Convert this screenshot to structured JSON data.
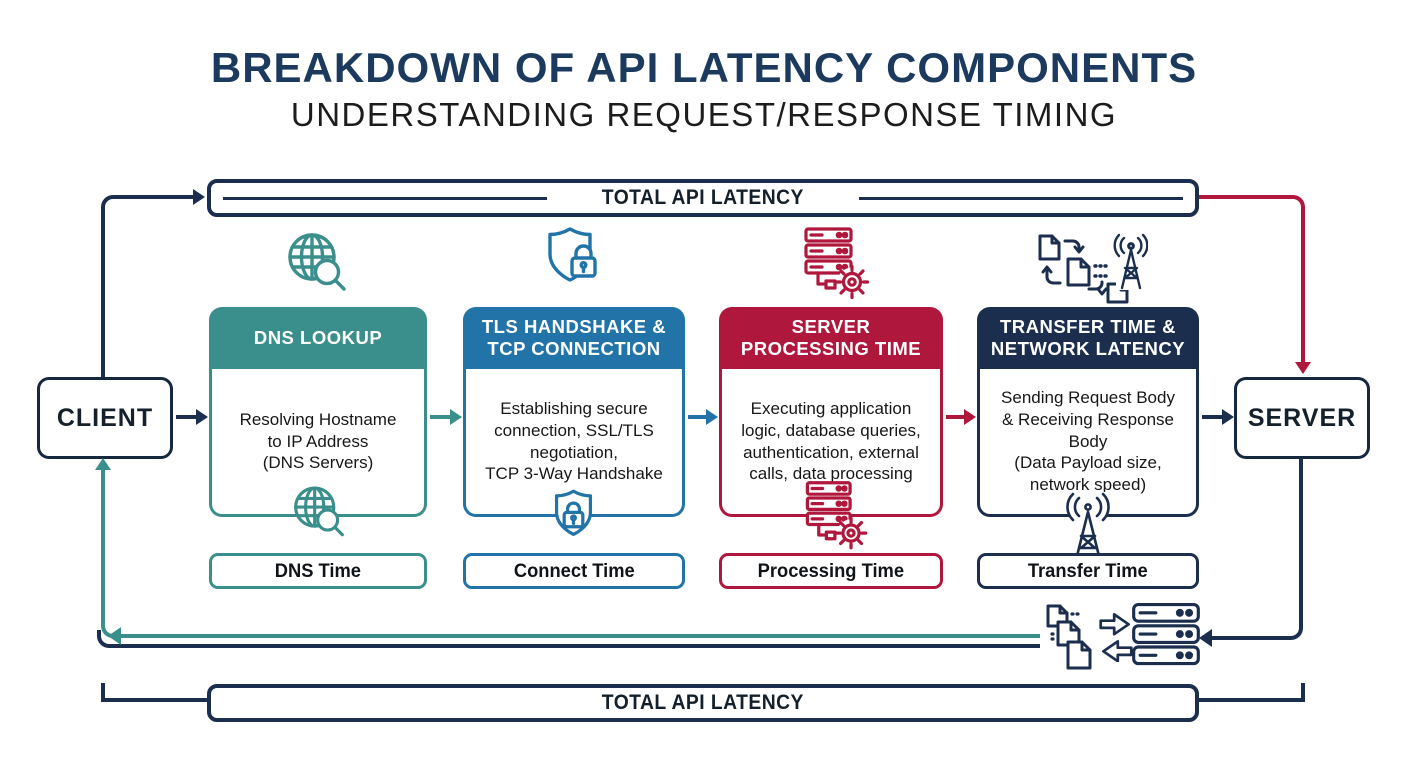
{
  "page": {
    "title": "BREAKDOWN OF API LATENCY COMPONENTS",
    "subtitle": "UNDERSTANDING REQUEST/RESPONSE TIMING"
  },
  "latency_bars": {
    "top_label": "TOTAL API LATENCY",
    "bottom_label": "TOTAL API LATENCY"
  },
  "endpoints": {
    "client_label": "CLIENT",
    "server_label": "SERVER"
  },
  "components": [
    {
      "title": "DNS LOOKUP",
      "description": "Resolving Hostname\nto IP Address\n(DNS Servers)",
      "time_label": "DNS Time",
      "color": "#3A8F8C",
      "icon": "globe-search-icon"
    },
    {
      "title": "TLS HANDSHAKE &\nTCP CONNECTION",
      "description": "Establishing secure\nconnection, SSL/TLS\nnegotiation,\nTCP 3-Way Handshake",
      "time_label": "Connect Time",
      "color": "#2173A8",
      "icon": "shield-lock-icon"
    },
    {
      "title": "SERVER\nPROCESSING TIME",
      "description": "Executing application\nlogic, database queries,\nauthentication, external\ncalls, data processing",
      "time_label": "Processing Time",
      "color": "#B0173C",
      "icon": "server-gear-icon"
    },
    {
      "title": "TRANSFER TIME &\nNETWORK LATENCY",
      "description": "Sending Request Body\n& Receiving Response\nBody\n(Data Payload size,\nnetwork speed)",
      "time_label": "Transfer Time",
      "color": "#1B2E4D",
      "icon": "data-transfer-tower-icon"
    }
  ],
  "flow": {
    "request_color": "#1B2E4D",
    "response_color": "#3A8F8C",
    "server_entry_color": "#B0173C"
  }
}
